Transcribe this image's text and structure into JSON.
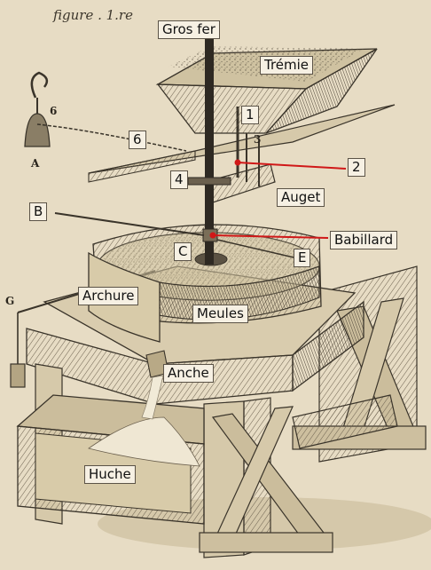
{
  "figure_caption": "figure . 1.re",
  "labels": {
    "gros_fer": "Gros fer",
    "tremie": "Trémie",
    "n1": "1",
    "n6": "6",
    "n2": "2",
    "n4": "4",
    "auget": "Auget",
    "b": "B",
    "babillard": "Babillard",
    "c": "C",
    "e": "E",
    "archure": "Archure",
    "meules": "Meules",
    "anche": "Anche",
    "huche": "Huche"
  },
  "engraving_letters": {
    "a": "A",
    "g": "G",
    "six_small": "6",
    "three_small": "3"
  },
  "colors": {
    "paper": "#e7dcc4",
    "ink": "#3a342a",
    "callout_line": "#d01818",
    "label_bg": "#f6f0e3"
  }
}
